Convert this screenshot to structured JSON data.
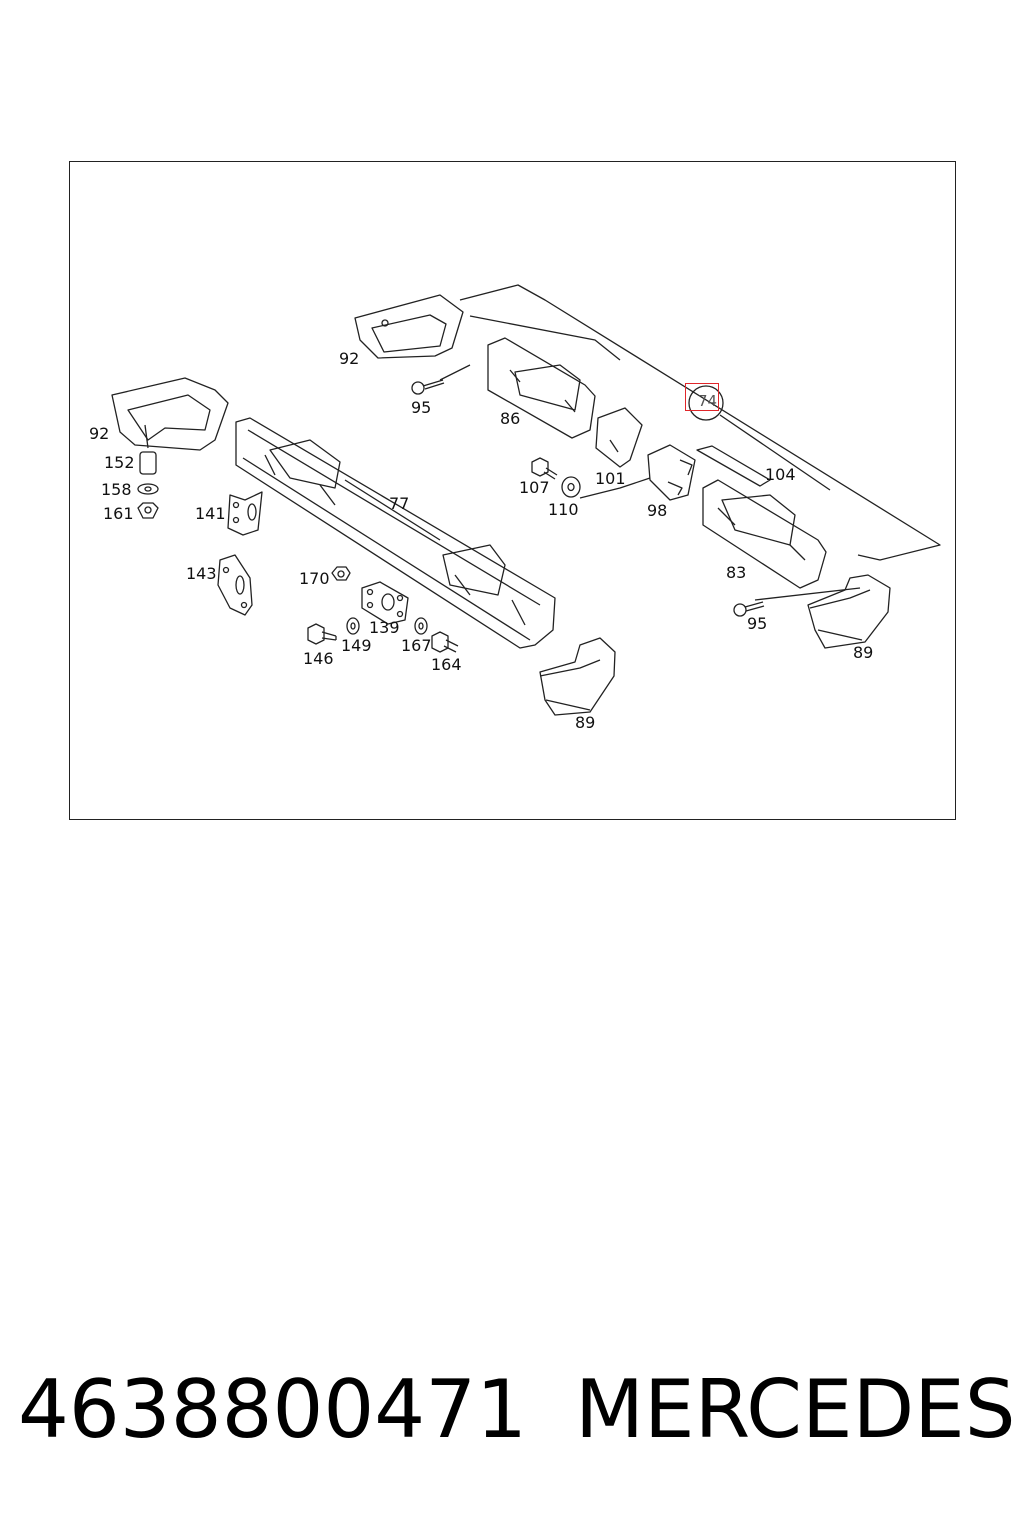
{
  "diagram": {
    "callouts": [
      {
        "id": "c92a",
        "label": "92"
      },
      {
        "id": "c95a",
        "label": "95"
      },
      {
        "id": "c86",
        "label": "86"
      },
      {
        "id": "c74",
        "label": "74"
      },
      {
        "id": "c92b",
        "label": "92"
      },
      {
        "id": "c152",
        "label": "152"
      },
      {
        "id": "c158",
        "label": "158"
      },
      {
        "id": "c161",
        "label": "161"
      },
      {
        "id": "c141",
        "label": "141"
      },
      {
        "id": "c77",
        "label": "77"
      },
      {
        "id": "c107",
        "label": "107"
      },
      {
        "id": "c110",
        "label": "110"
      },
      {
        "id": "c101",
        "label": "101"
      },
      {
        "id": "c98",
        "label": "98"
      },
      {
        "id": "c104",
        "label": "104"
      },
      {
        "id": "c83",
        "label": "83"
      },
      {
        "id": "c143",
        "label": "143"
      },
      {
        "id": "c170",
        "label": "170"
      },
      {
        "id": "c139",
        "label": "139"
      },
      {
        "id": "c146",
        "label": "146"
      },
      {
        "id": "c149",
        "label": "149"
      },
      {
        "id": "c167",
        "label": "167"
      },
      {
        "id": "c164",
        "label": "164"
      },
      {
        "id": "c95b",
        "label": "95"
      },
      {
        "id": "c89a",
        "label": "89"
      },
      {
        "id": "c89b",
        "label": "89"
      }
    ],
    "highlight": {
      "label": "74",
      "color": "#e0262a"
    }
  },
  "footer": {
    "part_number": "4638800471",
    "brand": "MERCEDES"
  }
}
